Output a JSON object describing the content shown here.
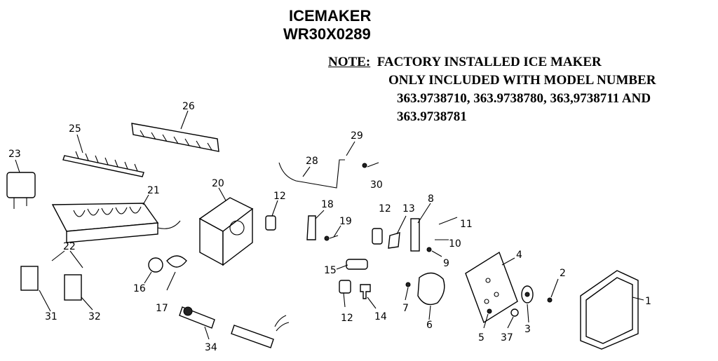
{
  "title": {
    "line1": "ICEMAKER",
    "line2": "WR30X0289"
  },
  "note": {
    "label": "NOTE:",
    "line1": "FACTORY INSTALLED ICE MAKER",
    "line2": "ONLY INCLUDED WITH MODEL NUMBER",
    "line3": "363.9738710, 363.9738780, 363,9738711 AND",
    "line4": "363.9738781"
  },
  "callouts": [
    "26",
    "25",
    "23",
    "21",
    "20",
    "12",
    "18",
    "19",
    "28",
    "29",
    "30",
    "12",
    "13",
    "8",
    "11",
    "10",
    "9",
    "22",
    "31",
    "32",
    "16",
    "17",
    "34",
    "15",
    "12",
    "14",
    "7",
    "6",
    "4",
    "2",
    "5",
    "37",
    "3",
    "1"
  ]
}
